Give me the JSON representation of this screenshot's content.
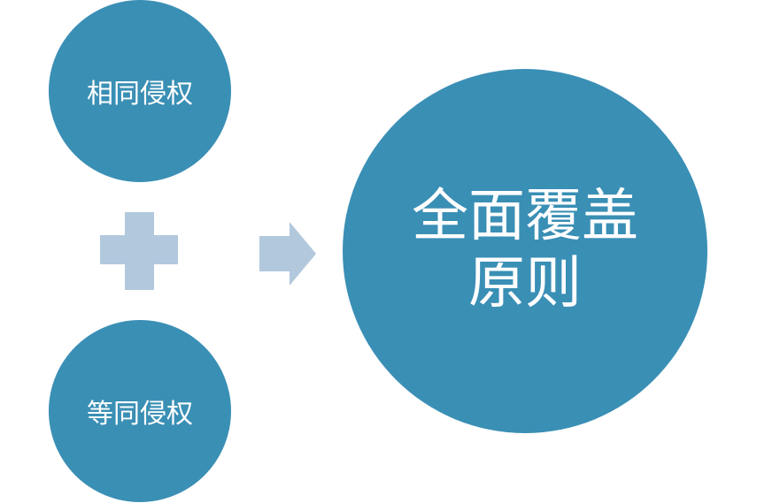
{
  "diagram": {
    "top_circle": {
      "label": "相同侵权"
    },
    "bottom_circle": {
      "label": "等同侵权"
    },
    "result_circle": {
      "line1": "全面覆盖",
      "line2": "原则"
    },
    "colors": {
      "circle": "#3a8fb5",
      "operator": "#b2c8dc",
      "text": "#ffffff"
    },
    "operator_icon": "plus-icon",
    "arrow_icon": "right-arrow-icon"
  }
}
